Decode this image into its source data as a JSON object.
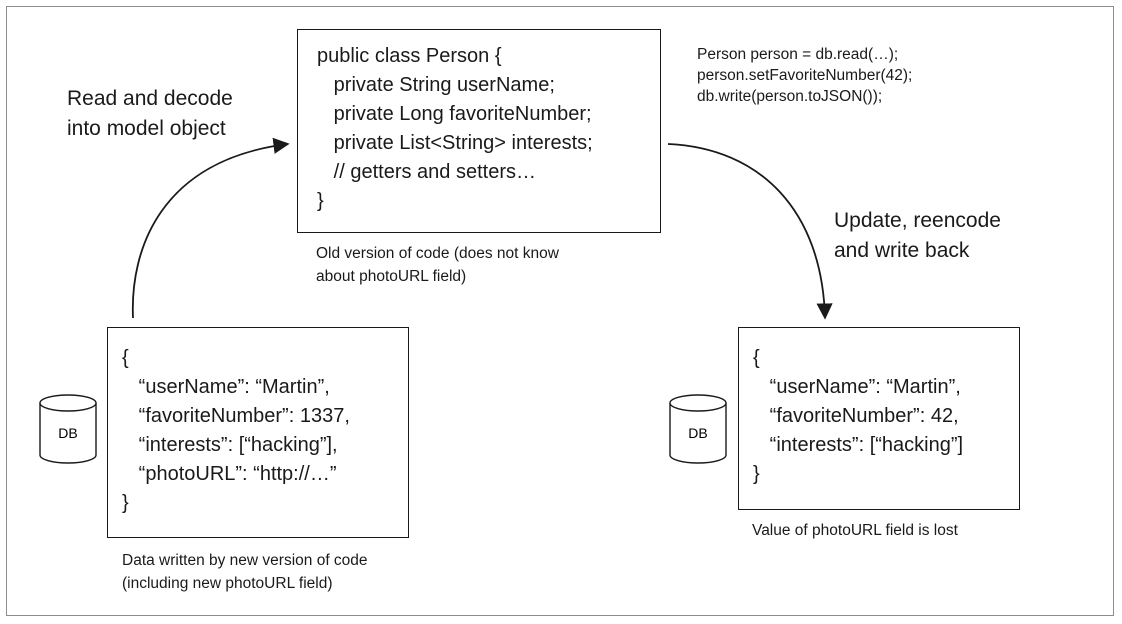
{
  "class_box": {
    "lines": [
      "public class Person {",
      "   private String userName;",
      "   private Long favoriteNumber;",
      "   private List<String> interests;",
      "   // getters and setters…",
      "}"
    ],
    "caption": [
      "Old version of code (does not know",
      "about photoURL field)"
    ]
  },
  "code_snippet": [
    "Person person = db.read(…);",
    "person.setFavoriteNumber(42);",
    "db.write(person.toJSON());"
  ],
  "read_label": [
    "Read and decode",
    "into model object"
  ],
  "update_label": [
    "Update, reencode",
    "and write back"
  ],
  "new_data_box": {
    "lines": [
      "{",
      "   “userName”: “Martin”,",
      "   “favoriteNumber”: 1337,",
      "   “interests”: [“hacking”],",
      "   “photoURL”: “http://…”",
      "}"
    ],
    "caption": [
      "Data written by new version of code",
      "(including new photoURL field)"
    ]
  },
  "old_data_box": {
    "lines": [
      "{",
      "   “userName”: “Martin”,",
      "   “favoriteNumber”: 42,",
      "   “interests”: [“hacking”]",
      "}"
    ],
    "caption": [
      "Value of photoURL field is lost"
    ]
  },
  "db_left": {
    "label": "DB"
  },
  "db_right": {
    "label": "DB"
  }
}
